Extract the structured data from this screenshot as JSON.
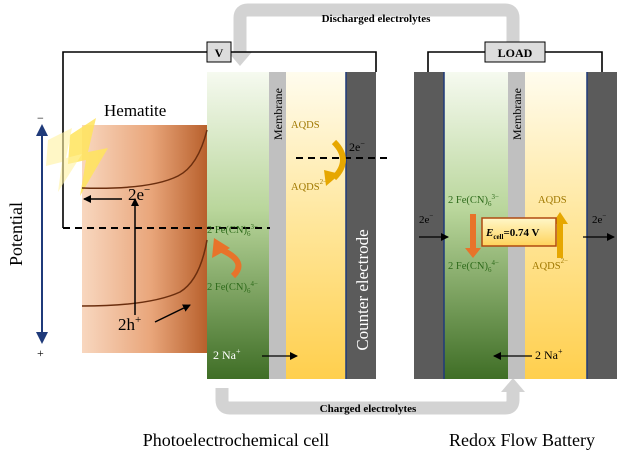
{
  "labels": {
    "discharged": "Discharged electrolytes",
    "charged": "Charged electrolytes",
    "voltmeter": "V",
    "load": "LOAD",
    "hematite": "Hematite",
    "potential": "Potential",
    "minus_sign": "−",
    "plus_sign": "+",
    "membrane": "Membrane",
    "counter_electrode": "Counter electrode",
    "pec_caption": "Photoelectrochemical cell",
    "rfb_caption": "Redox Flow Battery"
  },
  "pec": {
    "two_e": "2e",
    "two_h": "2h",
    "fe3": "2 Fe(CN)",
    "fe4": "2 Fe(CN)",
    "sub6": "6",
    "sup3": "3−",
    "sup4": "4−",
    "aqds": "AQDS",
    "aqds2": "AQDS",
    "sup2": "2−",
    "two_e_counter": "2e",
    "sup_e": "−",
    "sup_plus": "+",
    "na": "2 Na",
    "na_plus": "+"
  },
  "rfb": {
    "e_left": "2e",
    "e_right": "2e",
    "sup_e": "−",
    "fe3": "2 Fe(CN)",
    "fe4": "2 Fe(CN)",
    "sub6": "6",
    "sup3": "3−",
    "sup4": "4−",
    "aqds": "AQDS",
    "aqds2": "AQDS",
    "sup2": "2−",
    "ecell_E": "E",
    "ecell_sub": "cell",
    "ecell_val": "=0.74 V",
    "na": "2 Na",
    "na_plus": "+"
  },
  "colors": {
    "hematite_dark": "#b8602c",
    "hematite_light": "#f5c7a6",
    "green_dark": "#3f6e26",
    "green_light": "#eef6e4",
    "yellow": "#ffd15a",
    "yellow_light": "#fff8dc",
    "electrode": "#5b5b5b",
    "membrane": "#c0c0c0",
    "tube": "#d3d3d3",
    "orange": "#e8732a",
    "gold": "#e6a700"
  }
}
